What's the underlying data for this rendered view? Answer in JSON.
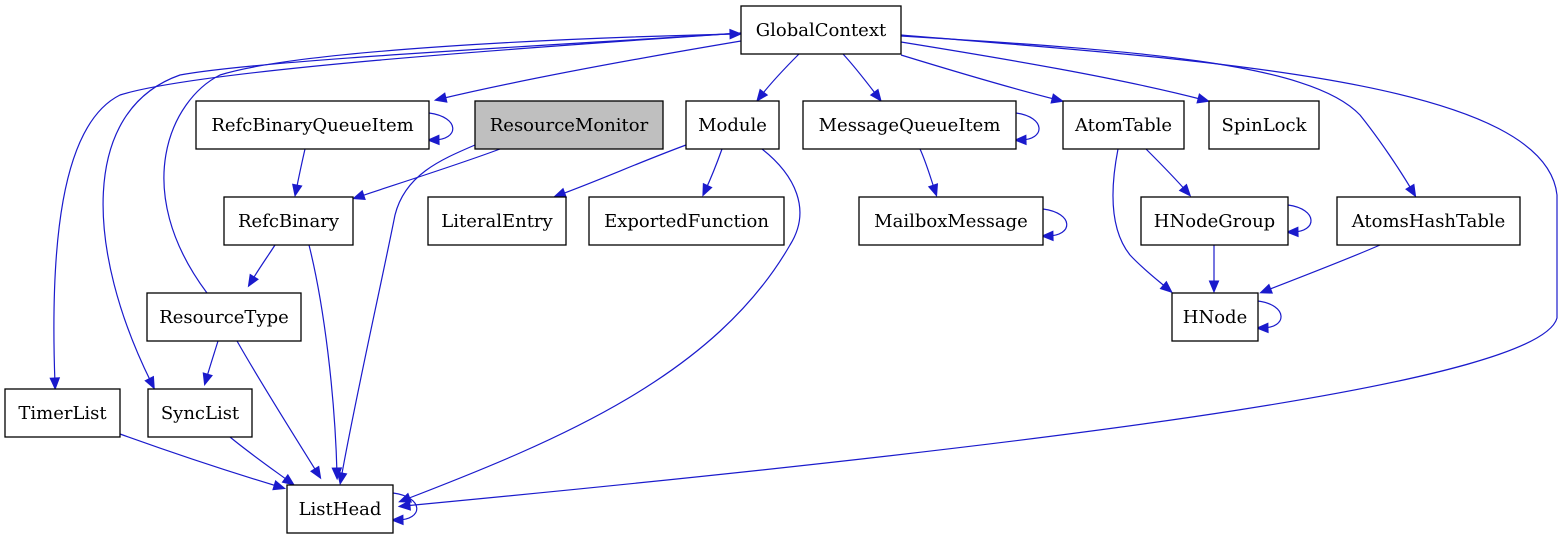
{
  "diagram": {
    "colors": {
      "edge": "#1a1acc",
      "node_border": "#000000",
      "node_fill": "#ffffff",
      "highlight_fill": "#bfbfbf"
    },
    "nodes": [
      {
        "id": "global_context",
        "label": "GlobalContext"
      },
      {
        "id": "refc_binary_queue_item",
        "label": "RefcBinaryQueueItem"
      },
      {
        "id": "resource_monitor",
        "label": "ResourceMonitor",
        "highlighted": true
      },
      {
        "id": "module",
        "label": "Module"
      },
      {
        "id": "message_queue_item",
        "label": "MessageQueueItem"
      },
      {
        "id": "atom_table",
        "label": "AtomTable"
      },
      {
        "id": "spin_lock",
        "label": "SpinLock"
      },
      {
        "id": "refc_binary",
        "label": "RefcBinary"
      },
      {
        "id": "literal_entry",
        "label": "LiteralEntry"
      },
      {
        "id": "exported_function",
        "label": "ExportedFunction"
      },
      {
        "id": "mailbox_message",
        "label": "MailboxMessage"
      },
      {
        "id": "hnode_group",
        "label": "HNodeGroup"
      },
      {
        "id": "atoms_hash_table",
        "label": "AtomsHashTable"
      },
      {
        "id": "resource_type",
        "label": "ResourceType"
      },
      {
        "id": "hnode",
        "label": "HNode"
      },
      {
        "id": "timer_list",
        "label": "TimerList"
      },
      {
        "id": "sync_list",
        "label": "SyncList"
      },
      {
        "id": "list_head",
        "label": "ListHead"
      }
    ],
    "edges": [
      {
        "from": "global_context",
        "to": "refc_binary_queue_item"
      },
      {
        "from": "global_context",
        "to": "module"
      },
      {
        "from": "global_context",
        "to": "message_queue_item"
      },
      {
        "from": "global_context",
        "to": "atom_table"
      },
      {
        "from": "global_context",
        "to": "spin_lock"
      },
      {
        "from": "global_context",
        "to": "atoms_hash_table"
      },
      {
        "from": "global_context",
        "to": "timer_list"
      },
      {
        "from": "global_context",
        "to": "sync_list"
      },
      {
        "from": "global_context",
        "to": "list_head"
      },
      {
        "from": "resource_type",
        "to": "global_context"
      },
      {
        "from": "refc_binary_queue_item",
        "to": "refc_binary_queue_item"
      },
      {
        "from": "refc_binary_queue_item",
        "to": "refc_binary"
      },
      {
        "from": "resource_monitor",
        "to": "refc_binary"
      },
      {
        "from": "resource_monitor",
        "to": "list_head"
      },
      {
        "from": "module",
        "to": "literal_entry"
      },
      {
        "from": "module",
        "to": "exported_function"
      },
      {
        "from": "module",
        "to": "list_head"
      },
      {
        "from": "message_queue_item",
        "to": "message_queue_item"
      },
      {
        "from": "message_queue_item",
        "to": "mailbox_message"
      },
      {
        "from": "mailbox_message",
        "to": "mailbox_message"
      },
      {
        "from": "atom_table",
        "to": "hnode_group"
      },
      {
        "from": "atom_table",
        "to": "hnode"
      },
      {
        "from": "hnode_group",
        "to": "hnode_group"
      },
      {
        "from": "hnode_group",
        "to": "hnode"
      },
      {
        "from": "atoms_hash_table",
        "to": "hnode"
      },
      {
        "from": "hnode",
        "to": "hnode"
      },
      {
        "from": "refc_binary",
        "to": "resource_type"
      },
      {
        "from": "refc_binary",
        "to": "list_head"
      },
      {
        "from": "resource_type",
        "to": "sync_list"
      },
      {
        "from": "resource_type",
        "to": "list_head"
      },
      {
        "from": "timer_list",
        "to": "list_head"
      },
      {
        "from": "sync_list",
        "to": "list_head"
      },
      {
        "from": "list_head",
        "to": "list_head"
      }
    ]
  }
}
